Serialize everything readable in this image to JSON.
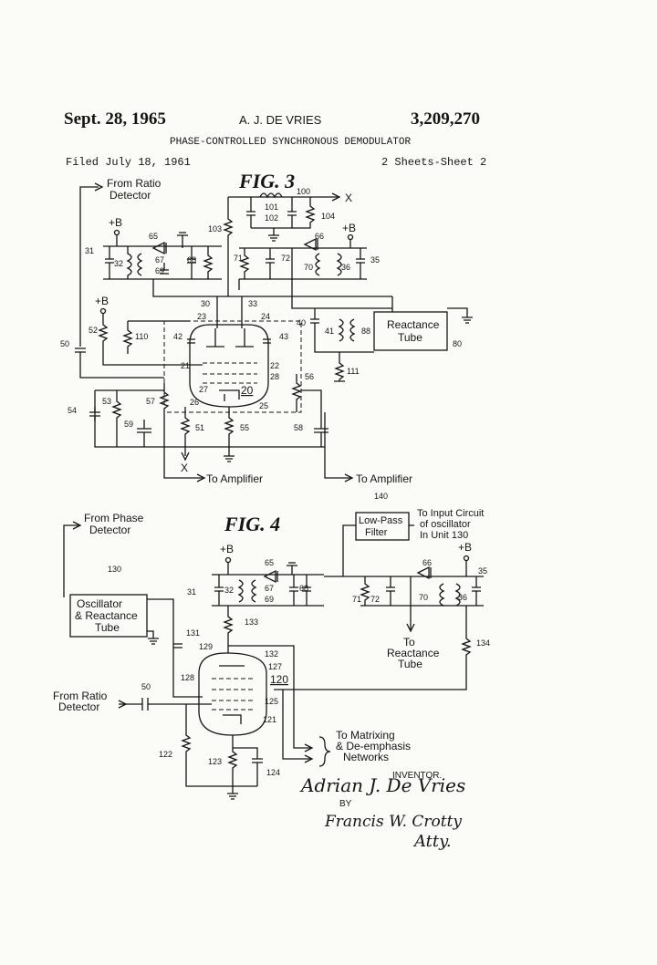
{
  "header": {
    "date": "Sept. 28, 1965",
    "inventor_name": "A. J. DE VRIES",
    "patent_number": "3,209,270",
    "title": "PHASE-CONTROLLED SYNCHRONOUS DEMODULATOR",
    "filed": "Filed July 18, 1961",
    "sheets": "2 Sheets-Sheet 2"
  },
  "fig3": {
    "title": "FIG. 3",
    "labels": {
      "from_ratio_1": "From Ratio",
      "from_ratio_2": "Detector",
      "to_amp_1": "To Amplifier",
      "to_amp_2": "To Amplifier",
      "reactance_1": "Reactance",
      "reactance_2": "Tube",
      "x_top": "X",
      "x_bottom": "X",
      "b_left": "+B",
      "b_right": "+B",
      "b_tube": "+B"
    },
    "refs": [
      "100",
      "101",
      "102",
      "103",
      "104",
      "31",
      "32",
      "65",
      "67",
      "69",
      "68",
      "71",
      "72",
      "66",
      "70",
      "36",
      "35",
      "30",
      "33",
      "23",
      "24",
      "40",
      "41",
      "88",
      "80",
      "52",
      "110",
      "42",
      "43",
      "21",
      "22",
      "28",
      "27",
      "26",
      "25",
      "20",
      "56",
      "111",
      "50",
      "53",
      "57",
      "54",
      "59",
      "51",
      "55",
      "58"
    ]
  },
  "fig4": {
    "title": "FIG. 4",
    "labels": {
      "from_phase_1": "From Phase",
      "from_phase_2": "Detector",
      "osc_1": "Oscillator",
      "osc_2": "& Reactance",
      "osc_3": "Tube",
      "lowpass_1": "Low-Pass",
      "lowpass_2": "Filter",
      "input_1": "To Input Circuit",
      "input_2": "of oscillator",
      "input_3": "In Unit 130",
      "to_react_1": "To",
      "to_react_2": "Reactance",
      "to_react_3": "Tube",
      "from_ratio_1": "From Ratio",
      "from_ratio_2": "Detector",
      "matrix_1": "To Matrixing",
      "matrix_2": "& De-emphasis",
      "matrix_3": "Networks",
      "b_left": "+B",
      "b_right": "+B"
    },
    "refs": [
      "130",
      "140",
      "31",
      "32",
      "65",
      "67",
      "69",
      "68",
      "71",
      "72",
      "66",
      "70",
      "36",
      "35",
      "133",
      "131",
      "129",
      "132",
      "127",
      "128",
      "120",
      "125",
      "121",
      "134",
      "50",
      "122",
      "123",
      "124"
    ]
  },
  "signature": {
    "inventor_label": "INVENTOR.",
    "inventor_signature": "Adrian J. De Vries",
    "by": "BY",
    "attorney_signature": "Francis W. Crotty",
    "atty": "Atty."
  },
  "colors": {
    "ink": "#151515",
    "paper": "#fbfbf8"
  }
}
